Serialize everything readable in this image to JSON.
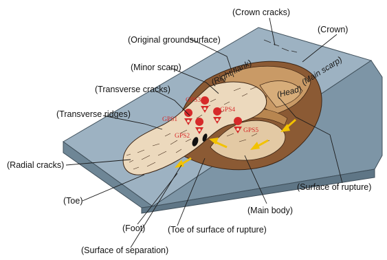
{
  "labels": {
    "crown_cracks": "(Crown cracks)",
    "crown": "(Crown)",
    "original_ground_surface": "(Original groundsurface)",
    "minor_scarp": "(Minor scarp)",
    "right_flank": "(Right flank)",
    "main_scarp": "(Main scarp)",
    "head": "(Head)",
    "transverse_cracks": "(Transverse cracks)",
    "transverse_ridges": "(Transverse ridges)",
    "radial_cracks": "(Radial cracks)",
    "toe": "(Toe)",
    "surface_of_rupture": "(Surface of rupture)",
    "main_body": "(Main body)",
    "foot": "(Foot)",
    "toe_of_surface_of_rupture": "(Toe of surface of rupture)",
    "surface_of_separation": "(Surface of separation)"
  },
  "gps": [
    "GPS1",
    "GPS2",
    "GPS3",
    "GPS4",
    "GPS5"
  ],
  "colors": {
    "slope_top": "#9db2c2",
    "slope_side": "#6e8696",
    "slope_right": "#7d95a6",
    "rupture_brown": "#8b5a34",
    "scarp_tan": "#c99a66",
    "deposit_light": "#ecd9bd",
    "gps_marker": "#d62a2a",
    "arrow": "#f2c200"
  }
}
